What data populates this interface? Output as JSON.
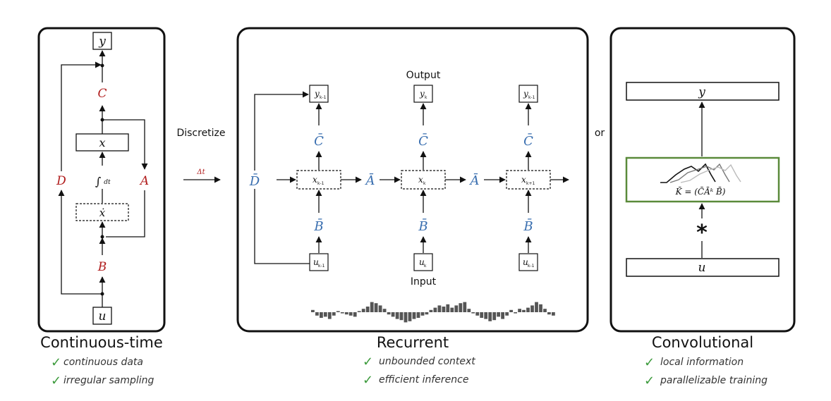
{
  "labels": {
    "discretize": "Discretize",
    "delta_t": "Δt",
    "or": "or",
    "output": "Output",
    "input": "Input"
  },
  "continuous": {
    "title": "Continuous-time",
    "y": "y",
    "C": "C",
    "x": "x",
    "integral": "∫",
    "dt": "dt",
    "xdot": "ẋ",
    "B": "B",
    "u": "u",
    "D": "D",
    "A": "A",
    "features": [
      "continuous data",
      "irregular sampling"
    ]
  },
  "recurrent": {
    "title": "Recurrent",
    "y_prev": "y",
    "y_cur": "y",
    "y_next": "y",
    "sub_prev": "k-1",
    "sub_cur": "k",
    "sub_next": "k-1",
    "x_prev": "x",
    "x_cur": "x",
    "x_next": "x",
    "xsub_prev": "k-1",
    "xsub_cur": "k",
    "xsub_next": "k+1",
    "u_prev": "u",
    "u_cur": "u",
    "u_next": "u",
    "usub_prev": "k-1",
    "usub_cur": "k",
    "usub_next": "k-1",
    "C_bar": "C̄",
    "B_bar": "B̄",
    "A_bar": "Ā",
    "D_bar": "D̄",
    "features": [
      "unbounded context",
      "efficient inference"
    ],
    "signal": [
      2,
      -3,
      -5,
      -4,
      -6,
      -3,
      1,
      -1,
      -2,
      -3,
      -4,
      1,
      3,
      5,
      9,
      8,
      6,
      3,
      -2,
      -4,
      -6,
      -7,
      -9,
      -8,
      -6,
      -5,
      -3,
      -2,
      2,
      4,
      6,
      5,
      7,
      4,
      6,
      8,
      9,
      3,
      -1,
      -3,
      -5,
      -6,
      -8,
      -7,
      -4,
      -6,
      -3,
      2,
      -1,
      3,
      2,
      4,
      6,
      9,
      7,
      3,
      -2,
      -3
    ]
  },
  "convolutional": {
    "title": "Convolutional",
    "y": "y",
    "kernel_formula": "K̄ = (C̄Āᵏ B̄)",
    "star": "*",
    "u": "u",
    "features": [
      "local information",
      "parallelizable training"
    ],
    "kernel_color": "#5a8a3a"
  },
  "colors": {
    "red": "#b01c1c",
    "blue": "#3a6fb0",
    "green_check": "#3b9a3b",
    "green_box": "#5a8a3a"
  }
}
